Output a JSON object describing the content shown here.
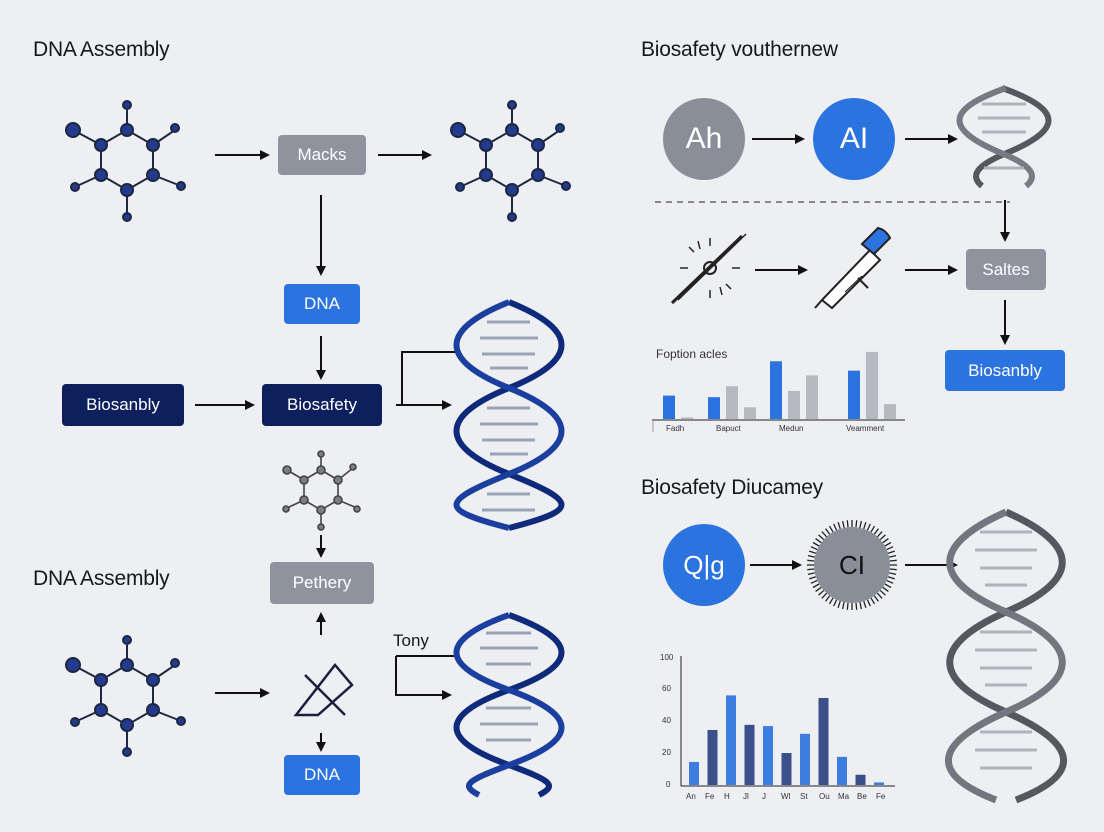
{
  "left": {
    "heading_top": "DNA Assembly",
    "heading_bottom": "DNA Assembly",
    "box_macks": "Macks",
    "box_dna_1": "DNA",
    "box_biosanbly": "Biosanbly",
    "box_biosafety": "Biosafety",
    "box_pethery": "Pethery",
    "box_dna_2": "DNA",
    "label_tony": "Tony"
  },
  "right": {
    "heading_top": "Biosafety vouthernew",
    "circle_1": "Ah",
    "circle_2": "AI",
    "box_saltes": "Saltes",
    "box_biosanbly": "Biosanbly",
    "heading_bottom": "Biosafety Diucamey",
    "circle_3": "Q|g",
    "circle_4": "CI"
  },
  "chart_data": [
    {
      "type": "bar",
      "title": "Foption acles",
      "categories": [
        "Fadh",
        "Bapuct",
        "Medun",
        "Veamment"
      ],
      "series": [
        {
          "values": [
            3,
            2.8,
            7.4,
            6.2
          ]
        },
        {
          "values": [
            0.2,
            4.2,
            3.6,
            8.6
          ]
        },
        {
          "values": [
            null,
            1.5,
            5.6,
            1.9
          ]
        }
      ],
      "colors": [
        "#2b73df",
        "#b7b9c0",
        "#b7b9c0"
      ],
      "grid": false
    },
    {
      "type": "bar",
      "categories": [
        "An",
        "Fe",
        "H",
        "Jl",
        "J",
        "Wl",
        "St",
        "Ou",
        "Ma",
        "Be",
        "Fe"
      ],
      "y_ticks": [
        "0",
        "20",
        "40",
        "60",
        "100"
      ],
      "ylim": [
        0,
        100
      ],
      "series": [
        {
          "values": [
            18,
            70,
            46,
            40,
            22,
            2
          ]
        },
        {
          "values": [
            43,
            47,
            25,
            68,
            8
          ]
        }
      ],
      "colors": [
        "#3d7de0",
        "#3b4f8a"
      ],
      "grid": false
    }
  ]
}
